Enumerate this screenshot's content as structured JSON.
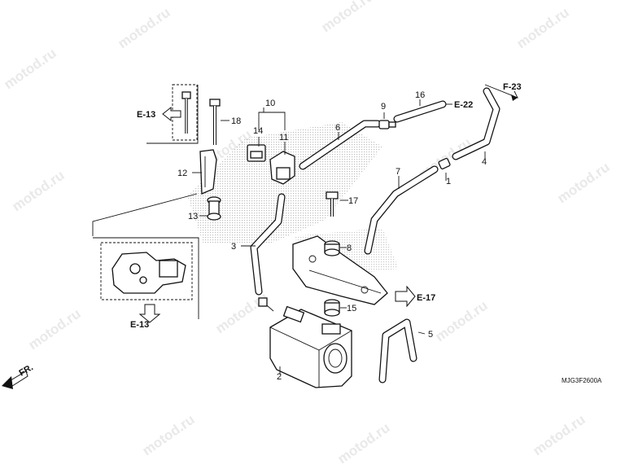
{
  "watermark": "motod.ru",
  "drawing_code": "MJG3F2600A",
  "front_label": "FR.",
  "refs": {
    "e13_top": "E-13",
    "e13_bottom": "E-13",
    "e22": "E-22",
    "e17": "E-17",
    "f23": "F-23"
  },
  "callouts": {
    "c1": "1",
    "c2": "2",
    "c3": "3",
    "c4": "4",
    "c5": "5",
    "c6": "6",
    "c7": "7",
    "c8": "8",
    "c9": "9",
    "c10": "10",
    "c11": "11",
    "c12": "12",
    "c13": "13",
    "c14": "14",
    "c15": "15",
    "c16": "16",
    "c17": "17",
    "c18": "18"
  }
}
